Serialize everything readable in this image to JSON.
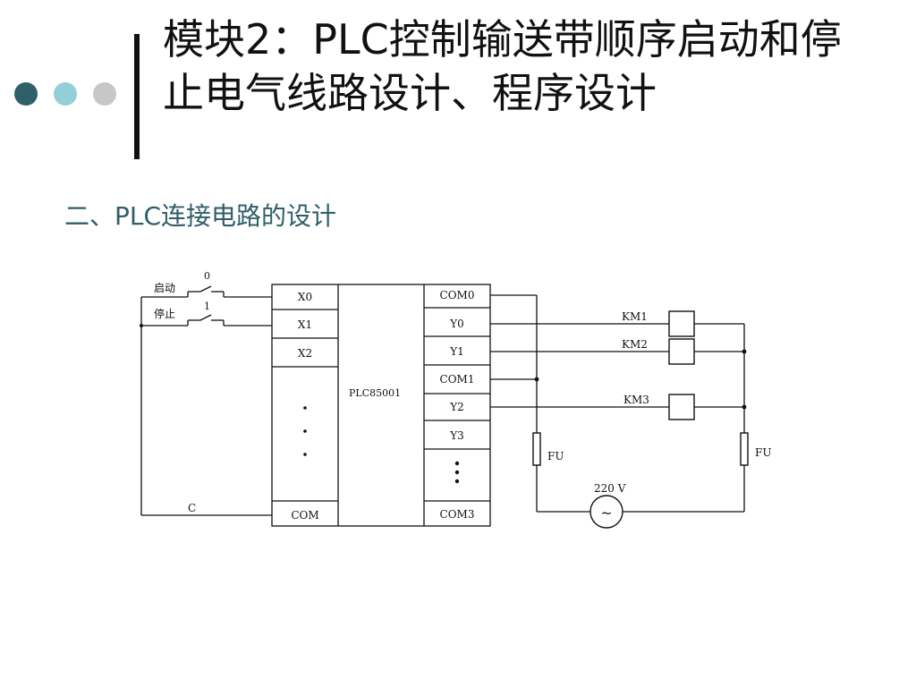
{
  "slide": {
    "title": "模块2：PLC控制输送带顺序启动和停止电气线路设计、程序设计",
    "subtitle": "二、PLC连接电路的设计",
    "accent_colors": [
      "#2f5f68",
      "#93cfd6",
      "#c7c7c7"
    ]
  },
  "diagram": {
    "inputs": {
      "start_label": "启动",
      "stop_label": "停止",
      "contact_0": "0",
      "contact_1": "1",
      "common_label": "C"
    },
    "plc": {
      "name": "PLC85001",
      "input_terminals": [
        "X0",
        "X1",
        "X2"
      ],
      "input_common": "COM",
      "output_terminals": [
        "COM0",
        "Y0",
        "Y1",
        "COM1",
        "Y2",
        "Y3"
      ],
      "output_common": "COM3"
    },
    "outputs": {
      "coils": [
        "KM1",
        "KM2",
        "KM3"
      ],
      "fuse_left": "FU",
      "fuse_right": "FU",
      "supply_label": "220 V",
      "supply_symbol": "~"
    }
  }
}
